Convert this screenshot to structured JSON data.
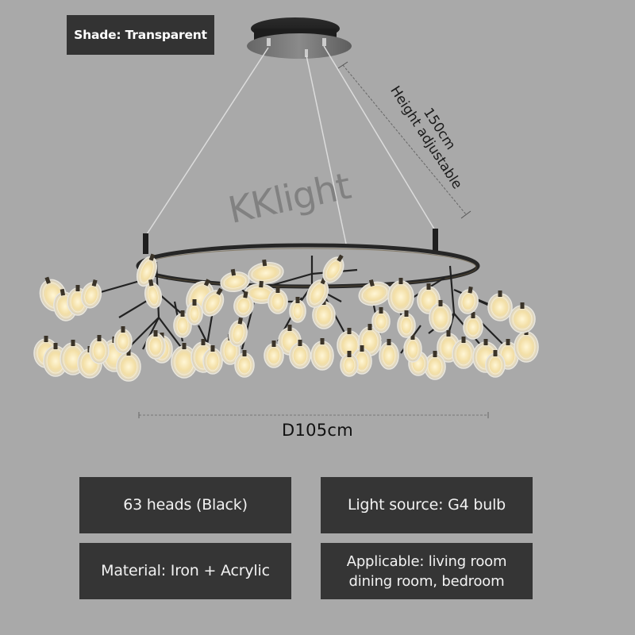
{
  "shade_tag": {
    "label": "Shade: Transparent"
  },
  "watermark": {
    "text": "KKlight"
  },
  "dimensions": {
    "height_value": "150cm",
    "height_note": "Height adjustable",
    "diameter": "D105cm"
  },
  "specs": [
    {
      "lines": [
        "63 heads (Black)"
      ]
    },
    {
      "lines": [
        "Light source: G4 bulb"
      ]
    },
    {
      "lines": [
        "Material: Iron + Acrylic"
      ]
    },
    {
      "lines": [
        "Applicable: living room",
        "dining room, bedroom"
      ]
    }
  ],
  "colors": {
    "background": "#a9a9a9",
    "label_box": "#353535",
    "label_text": "#f2f2f2",
    "frame": "#2a2a2a",
    "glow": "#f6e7b8"
  },
  "product": {
    "name": "ring chandelier",
    "heads": 63,
    "lamps": [
      [
        67,
        372,
        16,
        20,
        -20
      ],
      [
        82,
        386,
        14,
        18,
        -10
      ],
      [
        98,
        380,
        13,
        17,
        0
      ],
      [
        115,
        372,
        12,
        16,
        15
      ],
      [
        185,
        342,
        11,
        19,
        20
      ],
      [
        193,
        372,
        10,
        16,
        -10
      ],
      [
        58,
        445,
        15,
        18,
        0
      ],
      [
        70,
        455,
        15,
        19,
        0
      ],
      [
        92,
        452,
        16,
        20,
        0
      ],
      [
        113,
        458,
        15,
        18,
        0
      ],
      [
        144,
        448,
        16,
        20,
        0
      ],
      [
        162,
        462,
        15,
        18,
        0
      ],
      [
        204,
        440,
        13,
        17,
        0
      ],
      [
        232,
        456,
        16,
        20,
        0
      ],
      [
        256,
        450,
        15,
        19,
        0
      ],
      [
        290,
        442,
        12,
        17,
        0
      ],
      [
        300,
        420,
        11,
        16,
        10
      ],
      [
        252,
        375,
        16,
        21,
        25
      ],
      [
        268,
        382,
        12,
        17,
        30
      ],
      [
        296,
        355,
        18,
        12,
        -10
      ],
      [
        335,
        344,
        22,
        13,
        -8
      ],
      [
        328,
        370,
        19,
        12,
        5
      ],
      [
        307,
        385,
        12,
        14,
        10
      ],
      [
        350,
        380,
        12,
        15,
        0
      ],
      [
        375,
        392,
        10,
        14,
        0
      ],
      [
        408,
        397,
        14,
        17,
        0
      ],
      [
        400,
        370,
        12,
        18,
        25
      ],
      [
        420,
        340,
        11,
        17,
        30
      ],
      [
        440,
        435,
        15,
        18,
        0
      ],
      [
        466,
        430,
        14,
        18,
        0
      ],
      [
        406,
        448,
        14,
        18,
        0
      ],
      [
        456,
        455,
        12,
        16,
        0
      ],
      [
        490,
        448,
        12,
        17,
        0
      ],
      [
        472,
        370,
        20,
        14,
        -15
      ],
      [
        505,
        374,
        16,
        20,
        0
      ],
      [
        540,
        378,
        14,
        17,
        0
      ],
      [
        555,
        400,
        14,
        18,
        0
      ],
      [
        565,
        438,
        14,
        18,
        0
      ],
      [
        548,
        462,
        13,
        16,
        0
      ],
      [
        584,
        446,
        14,
        18,
        0
      ],
      [
        612,
        450,
        16,
        19,
        0
      ],
      [
        640,
        448,
        13,
        17,
        0
      ],
      [
        663,
        437,
        15,
        19,
        0
      ],
      [
        630,
        387,
        15,
        17,
        0
      ],
      [
        658,
        402,
        16,
        17,
        0
      ],
      [
        527,
        458,
        12,
        15,
        0
      ],
      [
        520,
        440,
        11,
        16,
        0
      ],
      [
        196,
        436,
        12,
        16,
        0
      ],
      [
        230,
        410,
        11,
        15,
        0
      ],
      [
        245,
        395,
        10,
        14,
        0
      ],
      [
        365,
        430,
        14,
        17,
        0
      ],
      [
        378,
        448,
        13,
        16,
        0
      ],
      [
        345,
        448,
        12,
        15,
        0
      ],
      [
        308,
        460,
        12,
        15,
        0
      ],
      [
        596,
        412,
        12,
        15,
        0
      ],
      [
        512,
        410,
        11,
        15,
        0
      ],
      [
        480,
        405,
        11,
        14,
        0
      ],
      [
        268,
        455,
        12,
        16,
        0
      ],
      [
        125,
        442,
        12,
        16,
        0
      ],
      [
        155,
        430,
        11,
        15,
        0
      ],
      [
        624,
        460,
        12,
        15,
        0
      ],
      [
        440,
        460,
        11,
        14,
        0
      ],
      [
        590,
        380,
        12,
        15,
        10
      ]
    ]
  }
}
